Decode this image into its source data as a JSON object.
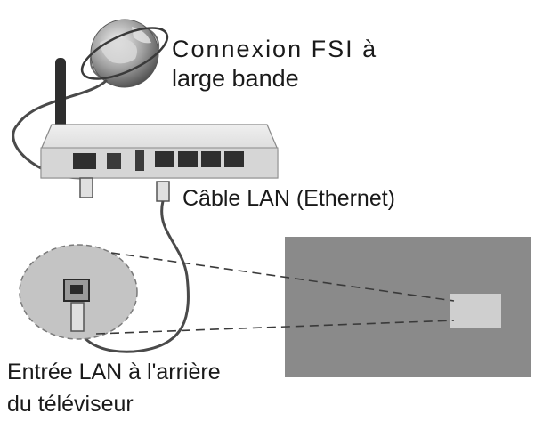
{
  "labels": {
    "isp_line1": "Connexion FSI à",
    "isp_line2": "large bande",
    "cable": "Câble LAN (Ethernet)",
    "tv_input_line1": "Entrée LAN à l'arrière",
    "tv_input_line2": "du téléviseur"
  },
  "colors": {
    "background": "#ffffff",
    "router_body": "#dcdcdc",
    "router_panel": "#bdbdbd",
    "cable": "#4a4a4a",
    "tv_back": "#8a8a8a",
    "tv_port_area": "#cfcfcf",
    "zoom_circle": "#c4c4c4"
  },
  "icons": {
    "internet": "globe-icon",
    "router": "router-icon",
    "tv_port": "ethernet-port-icon"
  }
}
